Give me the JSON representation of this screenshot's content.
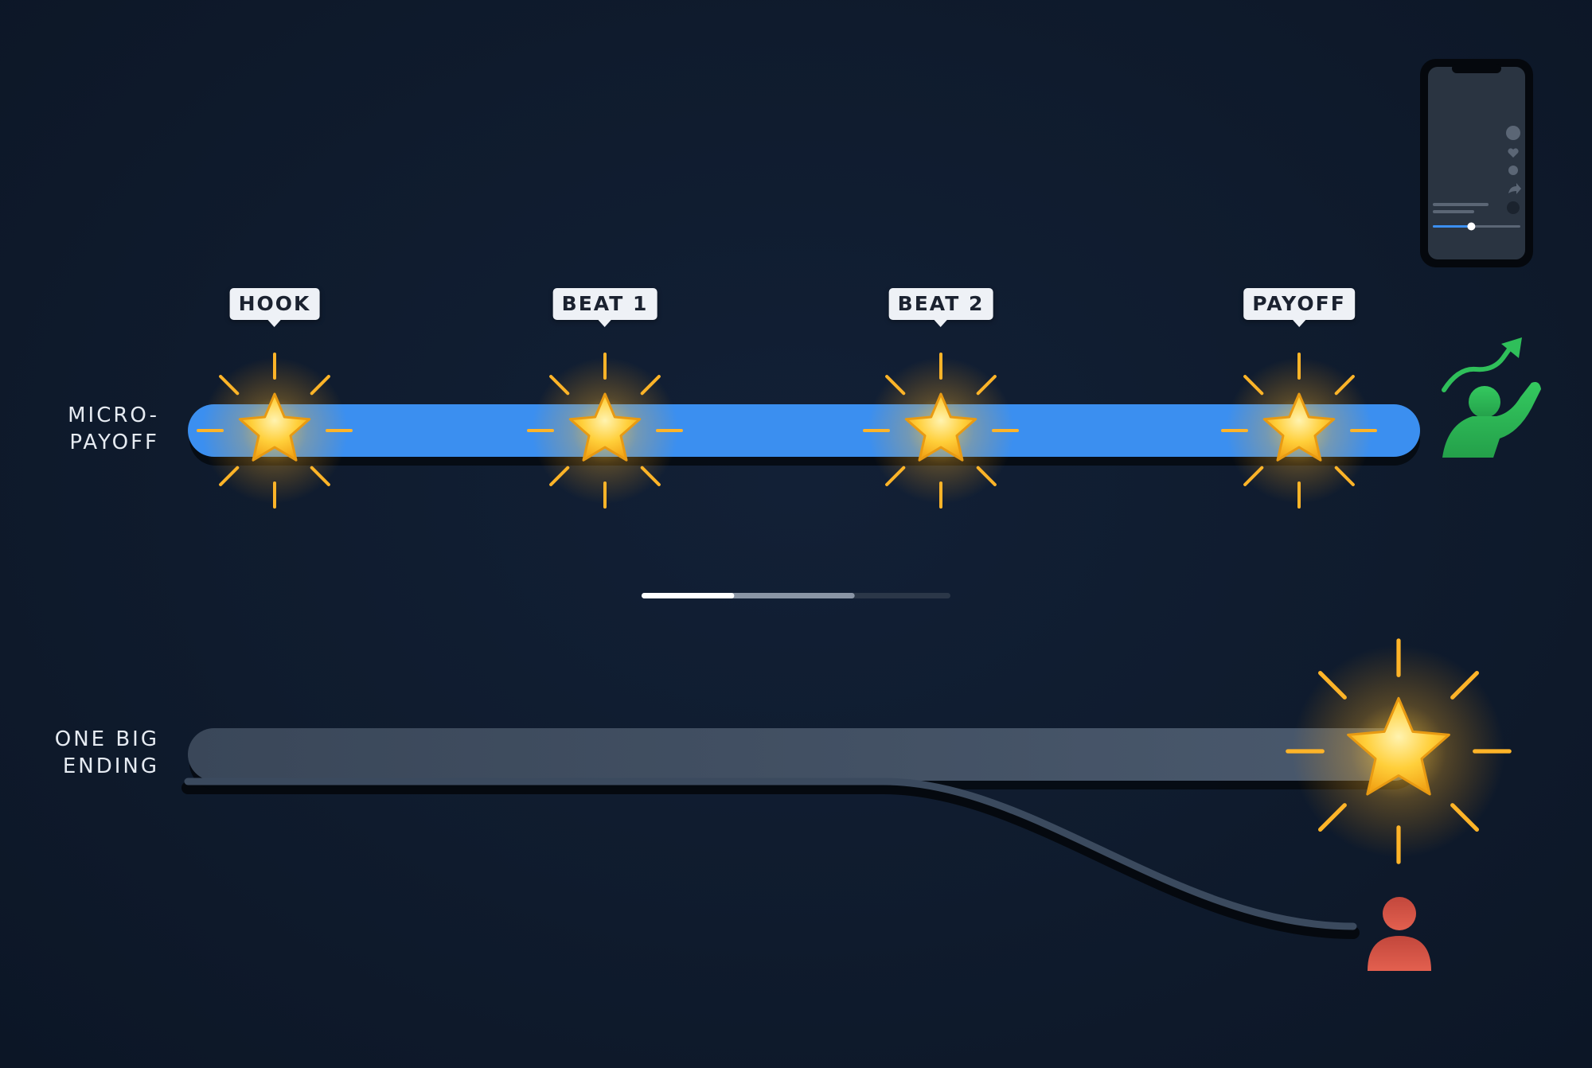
{
  "rows": {
    "micro": {
      "label": "MICRO-\nPAYOFF",
      "color": "#3b8ff0"
    },
    "big": {
      "label": "ONE BIG\nENDING",
      "color": "#475669"
    }
  },
  "beats": [
    {
      "label": "HOOK"
    },
    {
      "label": "BEAT 1"
    },
    {
      "label": "BEAT 2"
    },
    {
      "label": "PAYOFF"
    }
  ],
  "icons": {
    "phone": "phone-icon",
    "engaged_viewer": "engaged-viewer-icon",
    "trend_up": "trend-up-arrow-icon",
    "dropped_viewer": "dropped-viewer-icon",
    "star": "star-icon"
  },
  "colors": {
    "star": "#ffc531",
    "rays": "#ffb428",
    "engaged": "#2fbf5a",
    "dropped": "#d9564a",
    "divider_fill": "#ffffff",
    "divider_mid": "#8a95a5",
    "divider_track": "#2b3748"
  },
  "progress_divider": {
    "filled_fraction": 0.3,
    "buffered_fraction": 0.69
  },
  "phone_progress": 0.44
}
